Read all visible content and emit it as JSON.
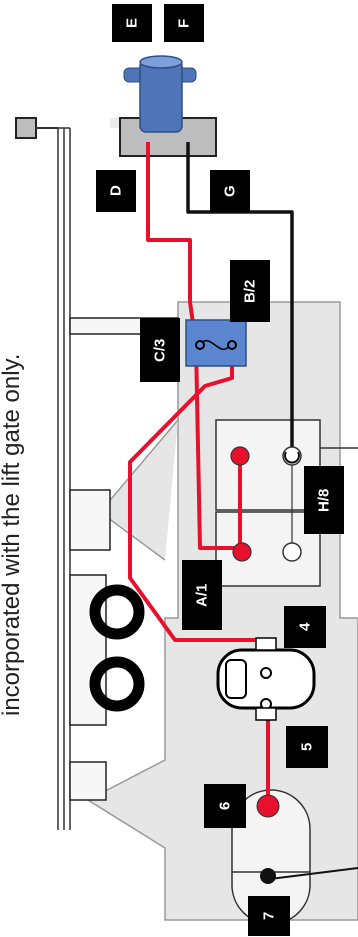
{
  "caption": "incorporated with the lift gate only.",
  "labels": {
    "E": "E",
    "F": "F",
    "D": "D",
    "G": "G",
    "B2": "B/2",
    "C3": "C/3",
    "H8": "H/8",
    "A1": "A/1",
    "n4": "4",
    "n5": "5",
    "n6": "6",
    "n7": "7"
  },
  "colors": {
    "power_wire": "#e8112d",
    "ground_wire": "#111111",
    "housing": "#e6e6e6",
    "housing_stroke": "#9a9a9a",
    "pump": "#4f74b8",
    "fuse_block": "#5b86cf",
    "terminal_red": "#e8112d"
  }
}
